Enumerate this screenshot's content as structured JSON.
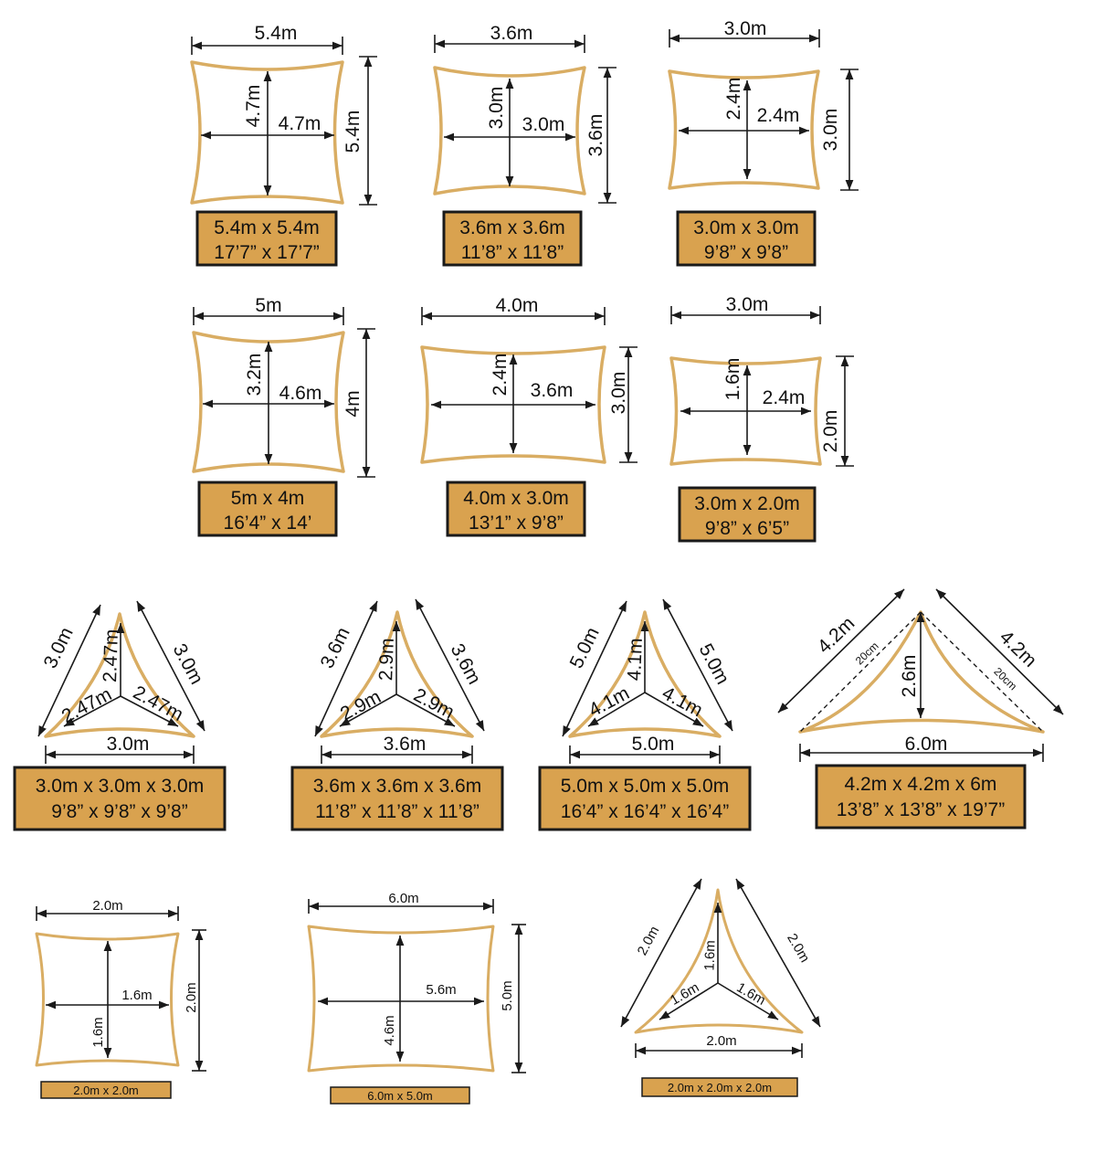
{
  "colors": {
    "sail_outline": "#d9ad63",
    "label_fill": "#d9a24f",
    "line": "#1a1a1a",
    "background": "#ffffff"
  },
  "shapes": [
    {
      "id": "sq54",
      "top": "5.4m",
      "right": "5.4m",
      "vertical": "4.7m",
      "horizontal": "4.7m",
      "size": "5.4m x 5.4m",
      "imperial": "17’7” x 17’7”"
    },
    {
      "id": "sq36",
      "top": "3.6m",
      "right": "3.6m",
      "vertical": "3.0m",
      "horizontal": "3.0m",
      "size": "3.6m x 3.6m",
      "imperial": "11’8” x 11’8”"
    },
    {
      "id": "sq30",
      "top": "3.0m",
      "right": "3.0m",
      "vertical": "2.4m",
      "horizontal": "2.4m",
      "size": "3.0m x 3.0m",
      "imperial": "9’8” x 9’8”"
    },
    {
      "id": "rect54",
      "top": "5m",
      "right": "4m",
      "vertical": "3.2m",
      "horizontal": "4.6m",
      "size": "5m x 4m",
      "imperial": "16’4” x 14’"
    },
    {
      "id": "rect43",
      "top": "4.0m",
      "right": "3.0m",
      "vertical": "2.4m",
      "horizontal": "3.6m",
      "size": "4.0m x 3.0m",
      "imperial": "13’1” x 9’8”"
    },
    {
      "id": "rect32",
      "top": "3.0m",
      "right": "2.0m",
      "vertical": "1.6m",
      "horizontal": "2.4m",
      "size": "3.0m x 2.0m",
      "imperial": "9’8” x 6’5”"
    },
    {
      "id": "tri30",
      "left": "3.0m",
      "right": "3.0m",
      "bottom": "3.0m",
      "inner_top": "2.47m",
      "inner_left": "2.47m",
      "inner_right": "2.47m",
      "size": "3.0m x 3.0m x 3.0m",
      "imperial": "9’8” x 9’8” x 9’8”"
    },
    {
      "id": "tri36",
      "left": "3.6m",
      "right": "3.6m",
      "bottom": "3.6m",
      "inner_top": "2.9m",
      "inner_left": "2.9m",
      "inner_right": "2.9m",
      "size": "3.6m x 3.6m x 3.6m",
      "imperial": "11’8” x 11’8” x 11’8”"
    },
    {
      "id": "tri50",
      "left": "5.0m",
      "right": "5.0m",
      "bottom": "5.0m",
      "inner_top": "4.1m",
      "inner_left": "4.1m",
      "inner_right": "4.1m",
      "size": "5.0m x 5.0m x 5.0m",
      "imperial": "16’4” x 16’4” x 16’4”"
    },
    {
      "id": "tri426",
      "left": "4.2m",
      "right": "4.2m",
      "bottom": "6.0m",
      "height": "2.6m",
      "left_curve": "20cm",
      "right_curve": "20cm",
      "size": "4.2m x 4.2m x 6m",
      "imperial": "13’8” x 13’8” x 19’7”"
    },
    {
      "id": "sq20",
      "top": "2.0m",
      "right": "2.0m",
      "vertical": "1.6m",
      "horizontal": "1.6m",
      "size": "2.0m x 2.0m"
    },
    {
      "id": "rect65",
      "top": "6.0m",
      "right": "5.0m",
      "vertical": "4.6m",
      "horizontal": "5.6m",
      "size": "6.0m x 5.0m"
    },
    {
      "id": "tri20",
      "left": "2.0m",
      "right": "2.0m",
      "bottom": "2.0m",
      "inner_top": "1.6m",
      "inner_left": "1.6m",
      "inner_right": "1.6m",
      "size": "2.0m x 2.0m x 2.0m"
    }
  ]
}
